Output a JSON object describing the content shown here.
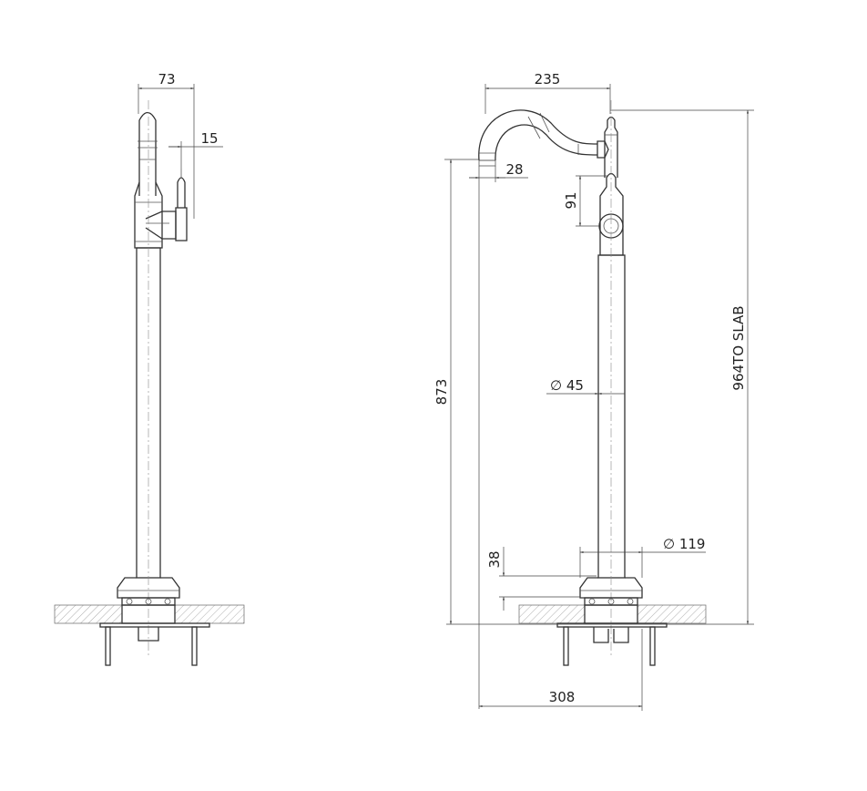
{
  "side_view": {
    "dim_width": "73",
    "dim_handle": "15"
  },
  "front_view": {
    "dim_spout_reach": "235",
    "dim_spout_outlet": "28",
    "dim_handle_height": "91",
    "dim_spout_height": "873",
    "dim_pipe_diameter": "∅ 45",
    "dim_base_diameter": "∅ 119",
    "dim_base_height": "38",
    "dim_total_height": "964TO SLAB",
    "dim_plate_width": "308"
  }
}
